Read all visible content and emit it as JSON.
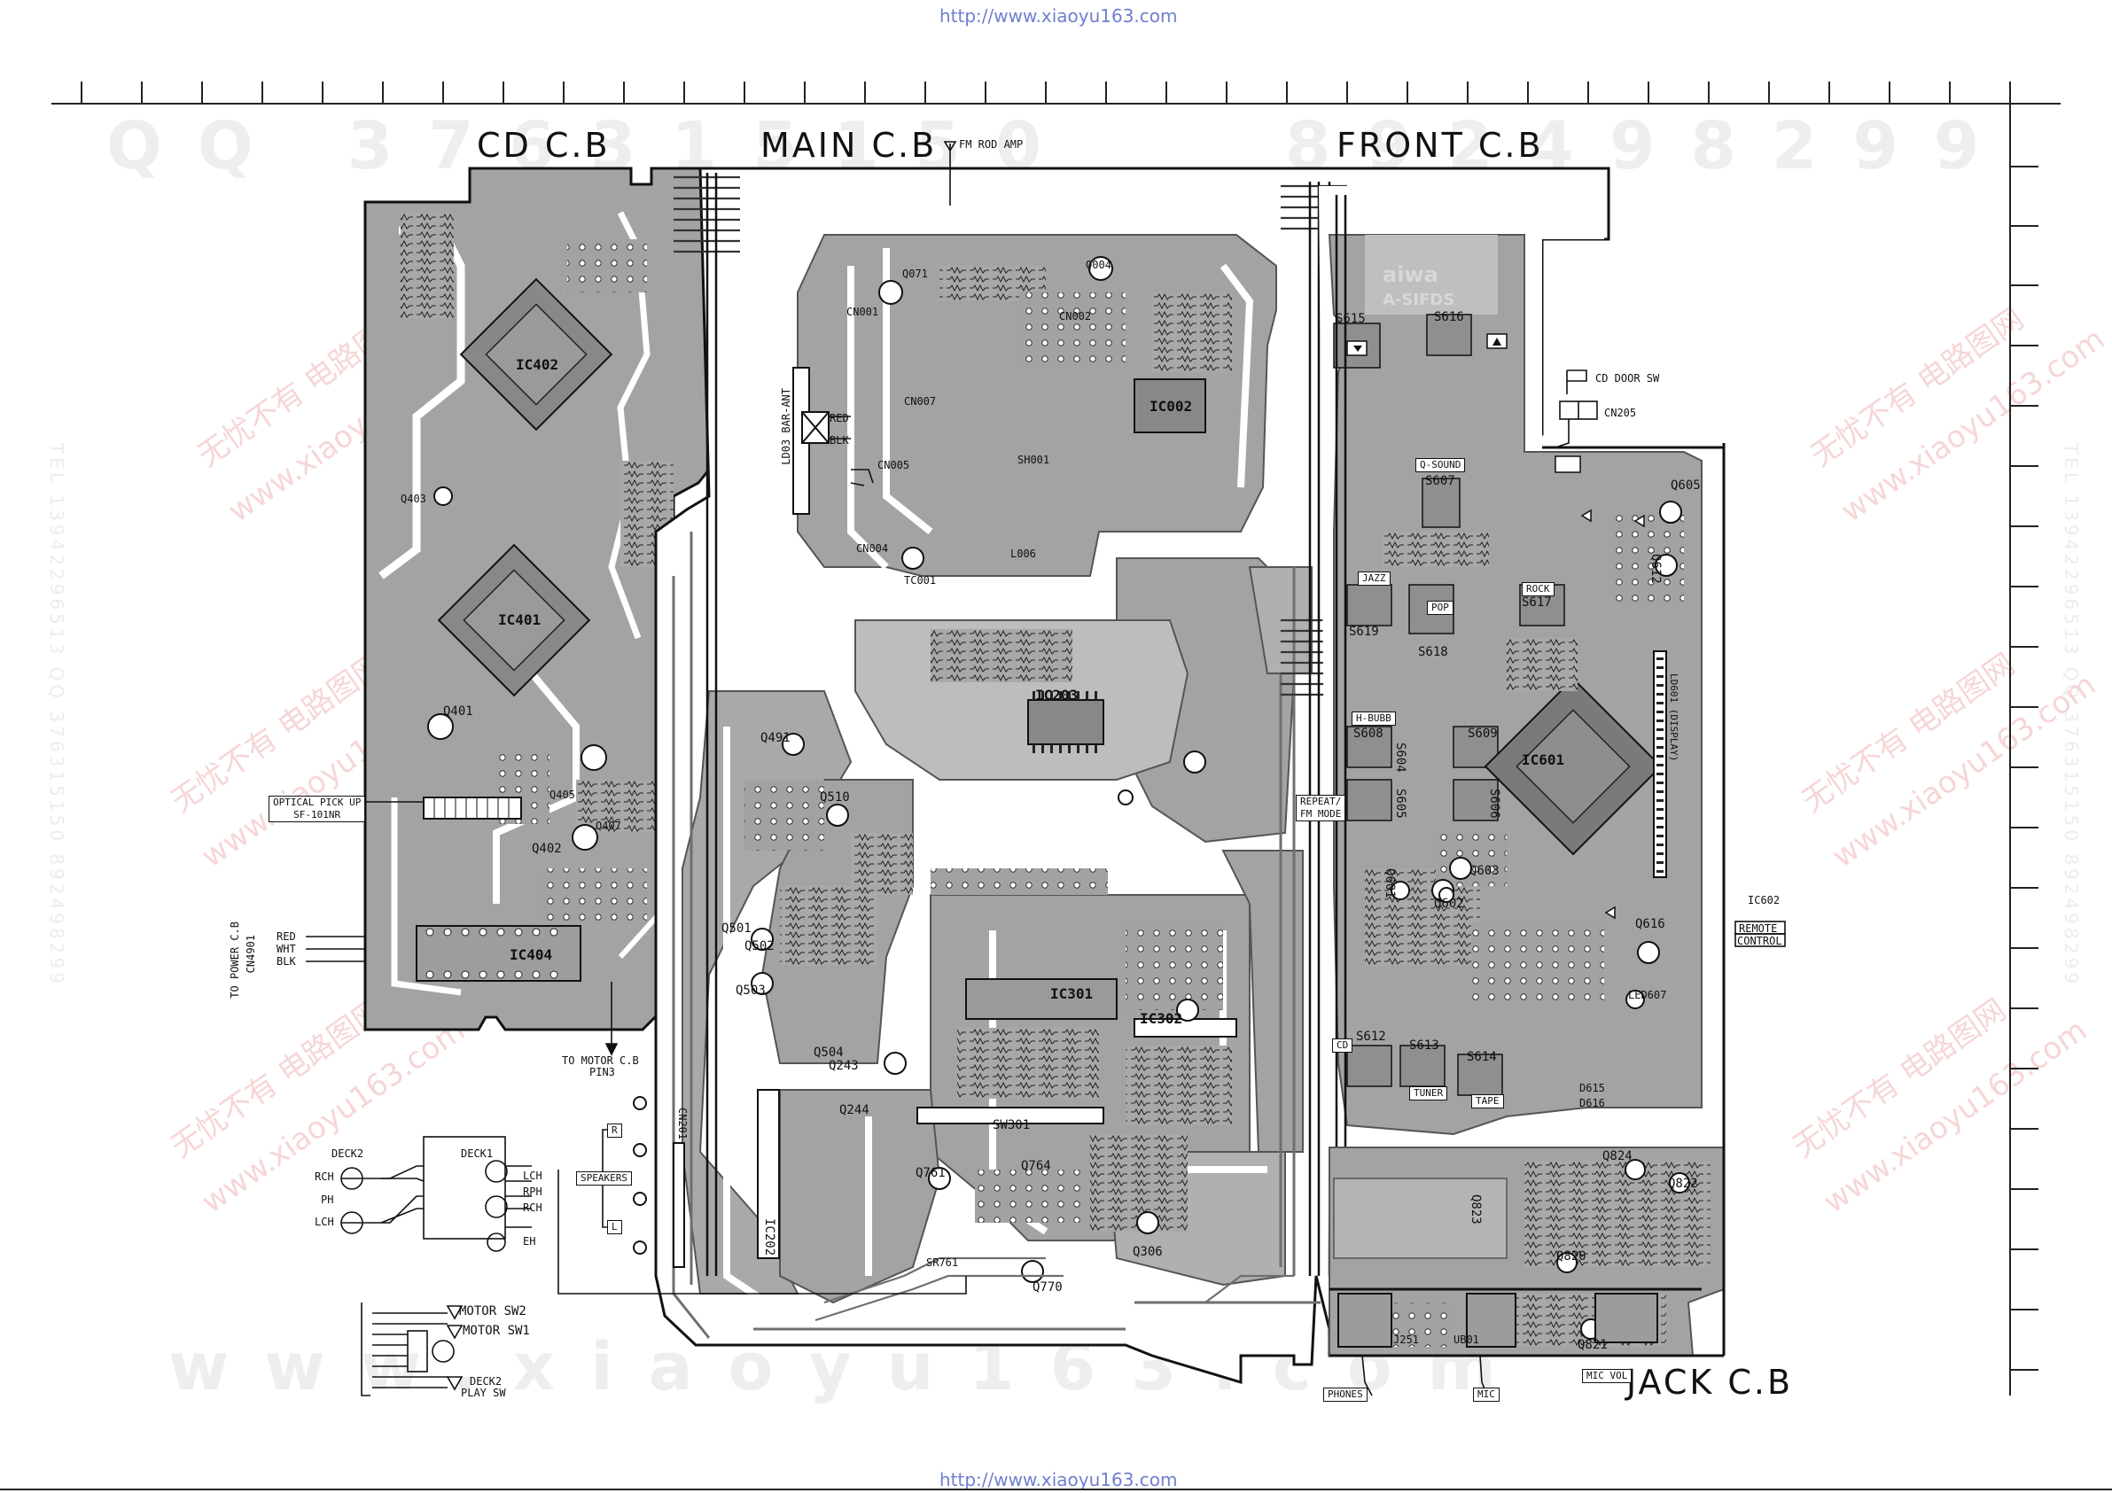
{
  "header": {
    "url_top": "http://www.xiaoyu163.com",
    "url_bottom": "http://www.xiaoyu163.com"
  },
  "boards": {
    "cd": "CD C.B",
    "main": "MAIN C.B",
    "front": "FRONT C.B",
    "jack": "JACK C.B"
  },
  "watermarks": {
    "qq": "QQ 376315150",
    "qq_right": "892498299",
    "www": "www.xiaoyu163.com",
    "cn_site": "无忧不有 电路图网",
    "cn_url": "www.xiaoyu163.com",
    "side_text": "TEL 13942296513 QQ 376315150 892498299"
  },
  "ics": {
    "ic402": "IC402",
    "ic401": "IC401",
    "ic404": "IC404",
    "ic002": "IC002",
    "ic203": "IC203",
    "ic601": "IC601",
    "ic202": "IC202",
    "ic602_v": "IC602"
  },
  "labels": {
    "fm_rod_amp": "FM ROD AMP",
    "cd_door_sw": "CD DOOR SW",
    "cn205": "CN205",
    "optical_pickup_1": "OPTICAL PICK UP",
    "optical_pickup_2": "SF-101NR",
    "to_power_cb": "TO POWER C.B",
    "cn4901": "CN4901",
    "red": "RED",
    "wht": "WHT",
    "blk": "BLK",
    "to_motor_cb_1": "TO MOTOR C.B",
    "to_motor_cb_2": "PIN3",
    "deck2": "DECK2",
    "deck1": "DECK1",
    "rch": "RCH",
    "ph": "PH",
    "lch": "LCH",
    "rph": "RPH",
    "eh": "EH",
    "speakers": "SPEAKERS",
    "speaker_r": "R",
    "speaker_l": "L",
    "motor_sw2": "MOTOR SW2",
    "motor_sw1": "MOTOR SW1",
    "deck2_play_sw_1": "DECK2",
    "deck2_play_sw_2": "PLAY SW",
    "ic602_remote_1": "IC602",
    "ic602_remote_2": "REMOTE",
    "ic602_remote_3": "CONTROL",
    "phones": "PHONES",
    "mic": "MIC",
    "mic_vol": "MIC VOL",
    "brand": "aiwa",
    "model": "A-SIFDS",
    "s615": "S615",
    "s616": "S616",
    "q_sound": "Q-SOUND",
    "s607": "S607",
    "jazz": "JAZZ",
    "pop": "POP",
    "rock": "ROCK",
    "s617": "S617",
    "s619": "S619",
    "s618": "S618",
    "h_bubb": "H-BUBB",
    "s608": "S608",
    "s609": "S609",
    "s604": "S604",
    "s605": "S605",
    "s606": "S606",
    "repeat_fm_1": "REPEAT/",
    "repeat_fm_2": "FM MODE",
    "s612": "S612",
    "s613": "S613",
    "s614": "S614",
    "cd_small": "CD",
    "tuner": "TUNER",
    "tape": "TAPE",
    "q605": "Q605",
    "q612": "Q612",
    "q603": "Q603",
    "q602": "Q602",
    "q616": "Q616",
    "q601": "Q601",
    "led607": "LED607",
    "display": "LD601 (DISPLAY)",
    "q824": "Q824",
    "q822": "Q822",
    "q820": "Q820",
    "q821": "Q821",
    "q823": "Q823",
    "d615": "D615",
    "d616": "D616",
    "j251": "J251",
    "ub01": "UB01",
    "cn005": "CN005",
    "cn004": "CN004",
    "tc001": "TC001",
    "cn007": "CN007",
    "cn001": "CN001",
    "cn002": "CN002",
    "q004": "Q004",
    "q071": "Q071",
    "sh001": "SH001",
    "l006": "L006",
    "barant": "LD03 BAR-ANT",
    "q501": "Q501",
    "q502": "Q502",
    "q503": "Q503",
    "q504": "Q504",
    "q510": "Q510",
    "q491": "Q491",
    "q243": "Q243",
    "q244": "Q244",
    "q761": "Q761",
    "q764": "Q764",
    "q770": "Q770",
    "q306": "Q306",
    "ic302": "IC302",
    "ic301": "IC301",
    "sw301": "SW301",
    "q401": "Q401",
    "q402": "Q402",
    "q403": "Q403",
    "q405": "Q405",
    "q407": "Q407",
    "cn201": "CN201",
    "sr761": "SR761"
  }
}
